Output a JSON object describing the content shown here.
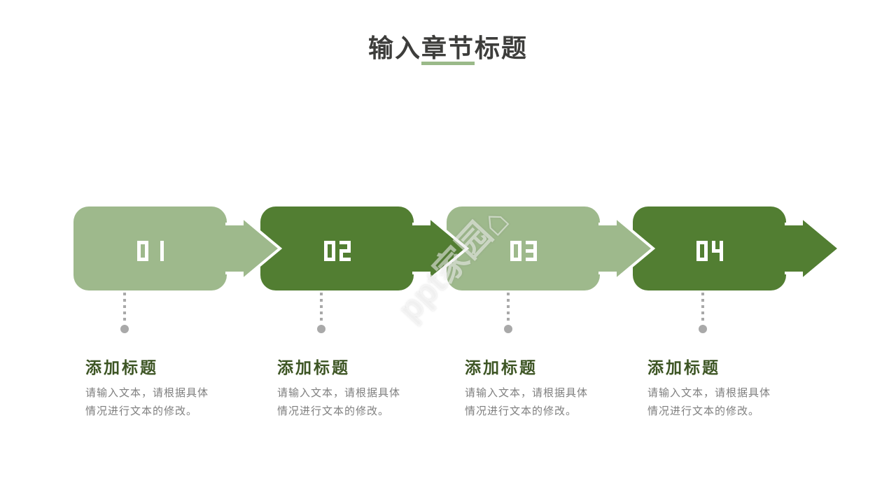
{
  "slide": {
    "title": "输入章节标题"
  },
  "watermark": {
    "text": "ppt家园",
    "icon": "house-icon"
  },
  "colors": {
    "light_green": "#9eb98c",
    "dark_green": "#527e32",
    "heading_green": "#3d5524",
    "body_gray": "#7f7f7f",
    "title_dark": "#3d3d3b",
    "connector_gray": "#a9a9a9",
    "underline_green": "#9ab989",
    "number_white": "#ffffff"
  },
  "steps": [
    {
      "number": "01",
      "variant": "light",
      "heading": "添加标题",
      "body": [
        "请输入文本，请根据具体",
        "情况进行文本的修改。"
      ]
    },
    {
      "number": "02",
      "variant": "dark",
      "heading": "添加标题",
      "body": [
        "请输入文本，请根据具体",
        "情况进行文本的修改。"
      ]
    },
    {
      "number": "03",
      "variant": "light",
      "heading": "添加标题",
      "body": [
        "请输入文本，请根据具体",
        "情况进行文本的修改。"
      ]
    },
    {
      "number": "04",
      "variant": "dark",
      "heading": "添加标题",
      "body": [
        "请输入文本，请根据具体",
        "情况进行文本的修改。"
      ]
    }
  ]
}
